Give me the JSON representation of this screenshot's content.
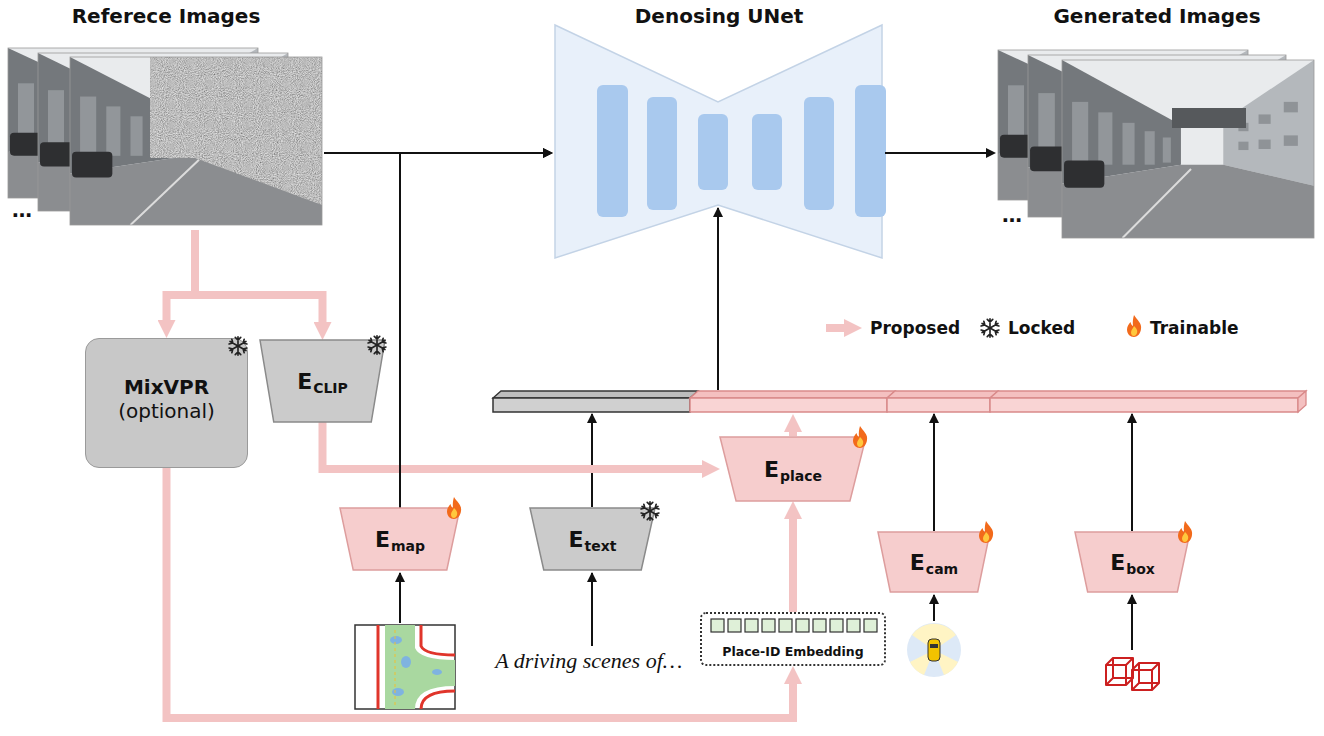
{
  "diagram": {
    "nodes": [
      {
        "text": [
          "Referece Images"
        ]
      },
      {
        "text": [
          "Denosing UNet"
        ]
      },
      {
        "text": [
          "Generated Images"
        ]
      },
      {
        "text": [
          "MixVPR",
          "(optional)"
        ]
      },
      {
        "text": [
          "E",
          "CLIP"
        ]
      },
      {
        "text": [
          "E",
          "place"
        ]
      },
      {
        "text": [
          "E",
          "map"
        ]
      },
      {
        "text": [
          "E",
          "text"
        ]
      },
      {
        "text": [
          "Place-ID Embedding"
        ]
      },
      {
        "text": [
          "E",
          "cam"
        ]
      },
      {
        "text": [
          "E",
          "box"
        ]
      }
    ],
    "edges": [
      {
        "from": 0,
        "to": 1,
        "arrow": "to"
      },
      {
        "from": 1,
        "to": 2,
        "arrow": "to"
      },
      {
        "from": 0,
        "to": 3,
        "arrow": "to"
      },
      {
        "from": 0,
        "to": 4,
        "arrow": "to"
      },
      {
        "from": 4,
        "to": 5,
        "arrow": "to"
      },
      {
        "from": 3,
        "to": 8,
        "arrow": "to"
      },
      {
        "from": 8,
        "to": 5,
        "arrow": "to"
      },
      {
        "from": 6,
        "to": 1,
        "arrow": "to"
      }
    ],
    "labels": [
      "…",
      "…",
      "A driving scenes of…"
    ],
    "legend": [
      {
        "text": "Proposed"
      },
      {
        "text": "Locked"
      },
      {
        "text": "Trainable"
      }
    ]
  }
}
